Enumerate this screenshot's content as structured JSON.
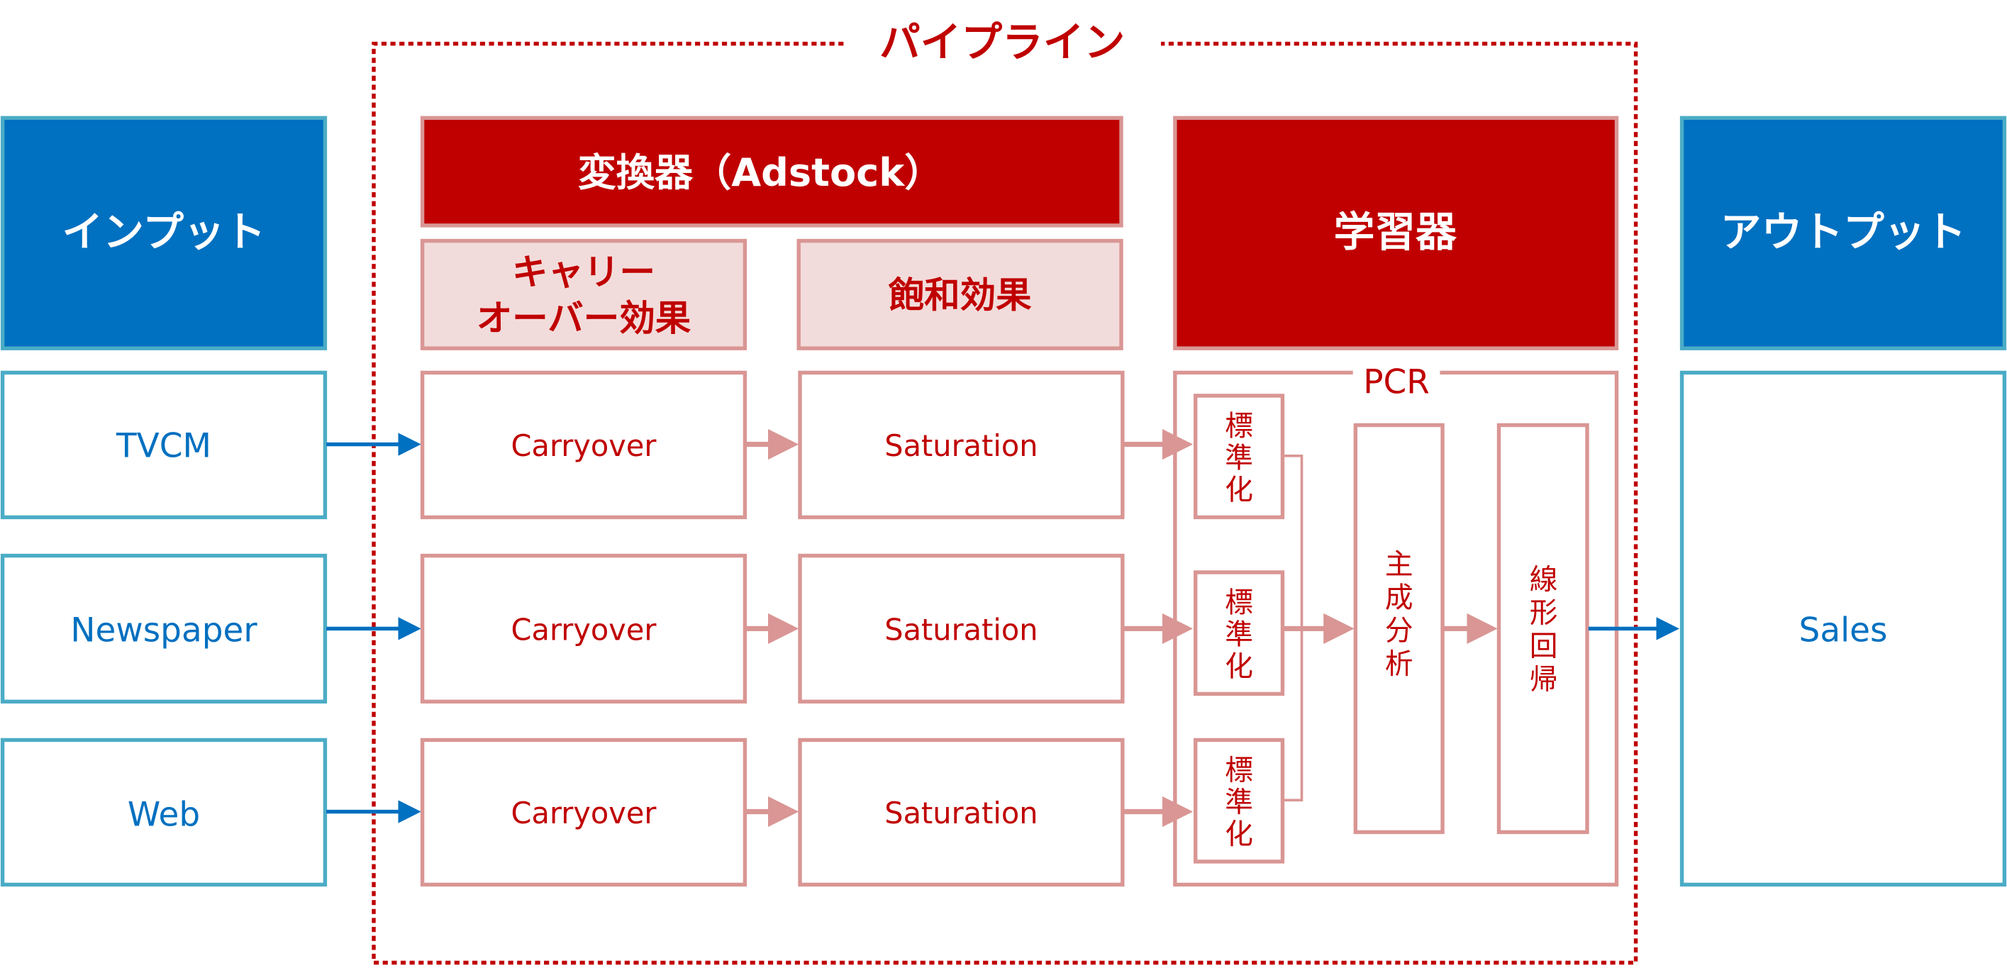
{
  "colors": {
    "blue": "#0070C0",
    "cyan_border": "#4BACC6",
    "dark_red": "#C00000",
    "pink_border": "#D99694",
    "light_pink": "#F2DCDB"
  },
  "pipeline": {
    "title": "パイプライン"
  },
  "input": {
    "header": "インプット",
    "items": [
      "TVCM",
      "Newspaper",
      "Web"
    ]
  },
  "transformer": {
    "header": "変換器（Adstock）",
    "sub_carryover": [
      "キャリー",
      "オーバー効果"
    ],
    "sub_saturation": "飽和効果",
    "carryover_label": "Carryover",
    "saturation_label": "Saturation"
  },
  "learner": {
    "header": "学習器",
    "pcr_label": "PCR",
    "standardize": [
      "標",
      "準",
      "化"
    ],
    "pca": [
      "主",
      "成",
      "分",
      "析"
    ],
    "linreg": [
      "線",
      "形",
      "回",
      "帰"
    ]
  },
  "output": {
    "header": "アウトプット",
    "item": "Sales"
  }
}
